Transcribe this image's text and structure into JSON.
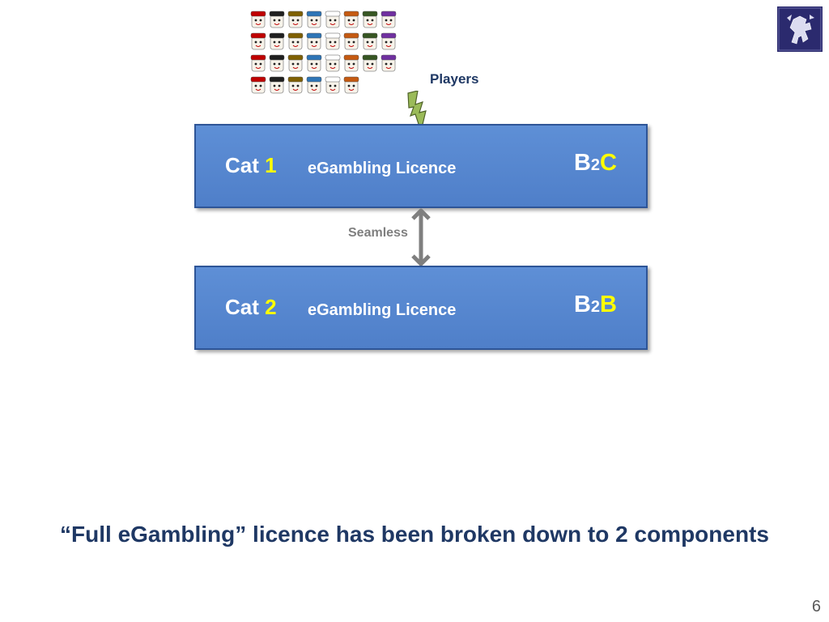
{
  "header": {
    "players_label": "Players"
  },
  "icons": {
    "faces": "player-faces-image",
    "bolt": "lightning-bolt-icon",
    "logo": "heraldic-lion-logo",
    "arrow": "double-arrow-icon"
  },
  "categories": [
    {
      "label": "Cat",
      "number": "1",
      "licence": "eGambling Licence",
      "biz_first": "B",
      "biz_mid": "2",
      "biz_last": "C"
    },
    {
      "label": "Cat",
      "number": "2",
      "licence": "eGambling Licence",
      "biz_first": "B",
      "biz_mid": "2",
      "biz_last": "B"
    }
  ],
  "connector": {
    "label": "Seamless"
  },
  "caption": "“Full eGambling” licence has been broken down to 2 components",
  "page_number": "6",
  "colors": {
    "box_fill": "#5585cf",
    "box_border": "#2e5597",
    "highlight": "#ffff00",
    "title_text": "#1f3864",
    "connector": "#7f7f7f",
    "bolt": "#9bbb59",
    "logo_bg": "#2b2a6e"
  }
}
